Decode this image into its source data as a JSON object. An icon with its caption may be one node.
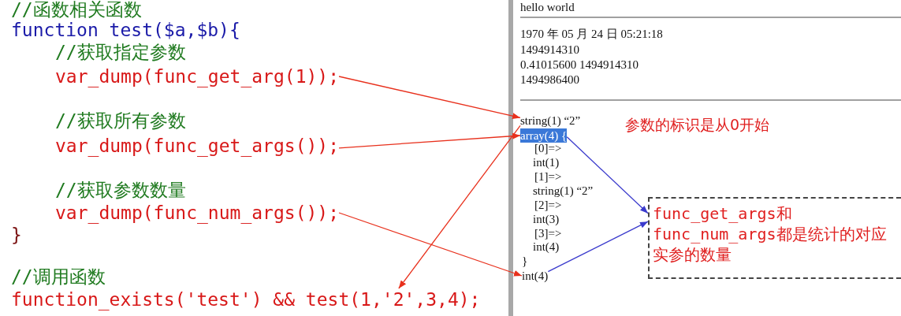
{
  "diagram": {
    "nodes": [
      {
        "text": [
          "var_dump(func_get_arg(1));"
        ]
      },
      {
        "text": [
          "var_dump(func_get_args());"
        ]
      },
      {
        "text": [
          "var_dump(func_num_args());"
        ]
      },
      {
        "text": [
          "function_exists('test') && test(1,'2',3,4);"
        ]
      },
      {
        "text": [
          "string(1) “2”"
        ]
      },
      {
        "text": [
          "array(4) {"
        ]
      },
      {
        "text": [
          "int(4)"
        ]
      },
      {
        "text": [
          "func_get_args和func_num_args都是统计的对应实参的数量"
        ]
      }
    ],
    "edges": [
      {
        "from": 0,
        "to": 4,
        "arrow": "to"
      },
      {
        "from": 1,
        "to": 5,
        "arrow": "to"
      },
      {
        "from": 2,
        "to": 6,
        "arrow": "to"
      },
      {
        "from": 4,
        "to": 3,
        "arrow": "to"
      },
      {
        "from": 5,
        "to": 7,
        "arrow": "to",
        "color": "#3a3acc"
      },
      {
        "from": 6,
        "to": 7,
        "arrow": "to",
        "color": "#3a3acc"
      }
    ],
    "labels": [
      "//函数相关函数",
      "function test($a,$b){",
      "//获取指定参数",
      "//获取所有参数",
      "//获取参数数量",
      "}",
      "//调用函数",
      "hello world",
      "1970 年 05 月 24 日 05:21:18",
      "1494914310",
      "0.41015600 1494914310",
      "1494986400",
      "[0]=>",
      "int(1)",
      "[1]=>",
      "string(1) “2”",
      "[2]=>",
      "int(3)",
      "[3]=>",
      "int(4)",
      "}",
      "参数的标识是从0开始"
    ]
  }
}
